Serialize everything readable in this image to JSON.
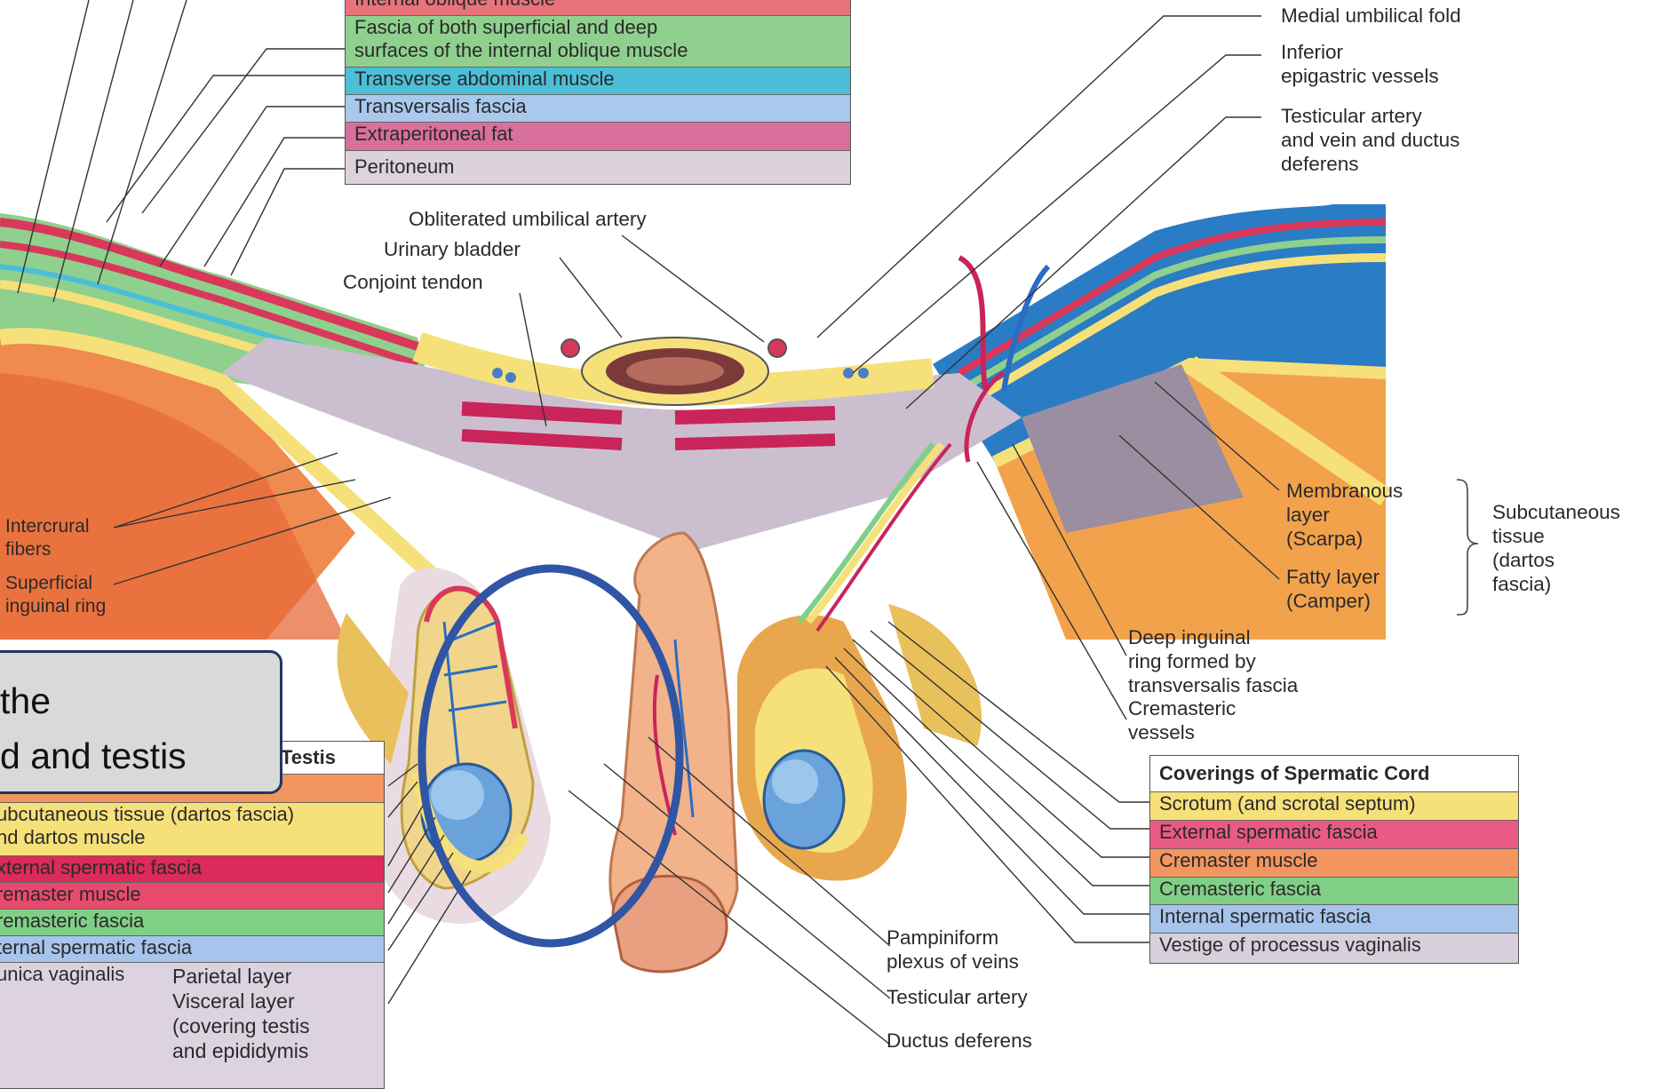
{
  "colors": {
    "ext_oblique": "#e8737a",
    "int_oblique_fascia": "#8fd08e",
    "transverse_abd": "#4bbfd6",
    "transversalis_fascia": "#a9c8ec",
    "extraperitoneal_fat": "#d9709c",
    "peritoneum": "#dcd2dc",
    "scrotum": "#f6e07a",
    "ext_spermatic": "#ea5a86",
    "cremaster": "#f2955e",
    "cremasteric_fascia": "#80cf86",
    "int_spermatic": "#a6c4ec",
    "vestige": "#d8cfdc",
    "circle": "#2f55a4"
  },
  "top_key": {
    "rows": [
      "Internal oblique muscle",
      "Fascia of both superficial and deep\nsurfaces of the internal oblique muscle",
      "Transverse abdominal muscle",
      "Transversalis fascia",
      "Extraperitoneal fat",
      "Peritoneum"
    ]
  },
  "labels": {
    "medial_umbilical_fold": "Medial umbilical fold",
    "inferior_epigastric": "Inferior\nepigastric vessels",
    "testicular_artery_vein": "Testicular artery\nand vein and ductus\ndeferens",
    "obliterated_umbilical": "Obliterated umbilical artery",
    "urinary_bladder": "Urinary bladder",
    "conjoint_tendon": "Conjoint  tendon",
    "intercrural": "Intercrural\nfibers",
    "superficial_ring": "Superficial\ninguinal ring",
    "membranous": "Membranous\nlayer\n(Scarpa)",
    "fatty": "Fatty layer\n(Camper)",
    "subcutaneous": "Subcutaneous\ntissue\n(dartos\nfascia)",
    "deep_ring": "Deep inguinal\nring formed by\ntransversalis fascia",
    "cremasteric_vessels": "Cremasteric\nvessels",
    "pampiniform": "Pampiniform\nplexus of veins",
    "testicular_artery": "Testicular artery",
    "ductus": "Ductus deferens"
  },
  "cord_key": {
    "title": "Coverings of Spermatic Cord",
    "rows": [
      "Scrotum (and scrotal septum)",
      "External spermatic fascia",
      "Cremaster muscle",
      "Cremasteric fascia",
      "Internal spermatic fascia",
      "Vestige of processus vaginalis"
    ]
  },
  "testis_key": {
    "title": "Testis",
    "rows": [
      "ubcutaneous tissue (dartos fascia)\nnd dartos muscle",
      "xternal spermatic fascia",
      "remaster muscle",
      "remasteric fascia",
      "ternal spermatic fascia",
      "unica vaginalis"
    ],
    "tunica_layers": "Parietal layer\nVisceral layer\n(covering testis\nand epididymis"
  },
  "callout": {
    "text": "the\nd and testis"
  }
}
